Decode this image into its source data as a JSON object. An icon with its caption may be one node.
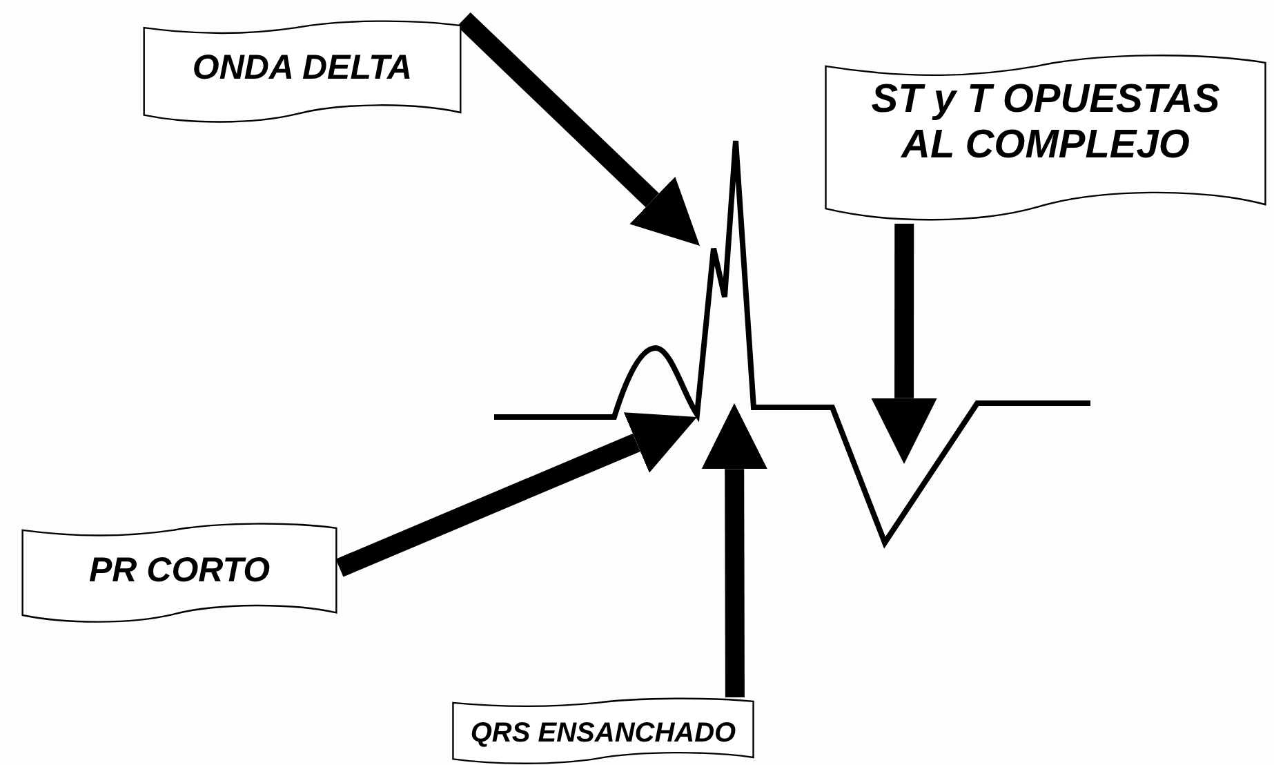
{
  "diagram": {
    "nodes": [
      {
        "text": [
          "ONDA DELTA"
        ]
      },
      {
        "text": [
          "ST y T OPUESTAS AL COMPLEJO"
        ]
      },
      {
        "text": [
          "PR CORTO"
        ]
      },
      {
        "text": [
          "QRS ENSANCHADO"
        ]
      }
    ],
    "edges": [
      {
        "from": 0,
        "to": null,
        "arrow": "to"
      },
      {
        "from": 1,
        "to": null,
        "arrow": "to"
      },
      {
        "from": 2,
        "to": null,
        "arrow": "to"
      },
      {
        "from": 3,
        "to": null,
        "arrow": "to"
      }
    ]
  }
}
